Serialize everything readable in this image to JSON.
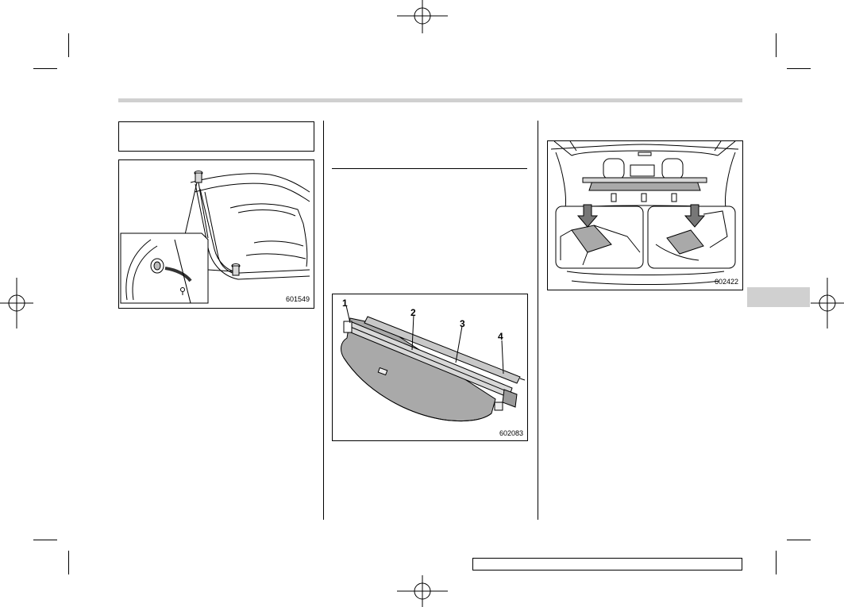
{
  "figures": {
    "fig1": {
      "code": "601549"
    },
    "fig2": {
      "code": "602083",
      "callouts": [
        "1",
        "2",
        "3",
        "4"
      ]
    },
    "fig3": {
      "code": "602422"
    }
  }
}
